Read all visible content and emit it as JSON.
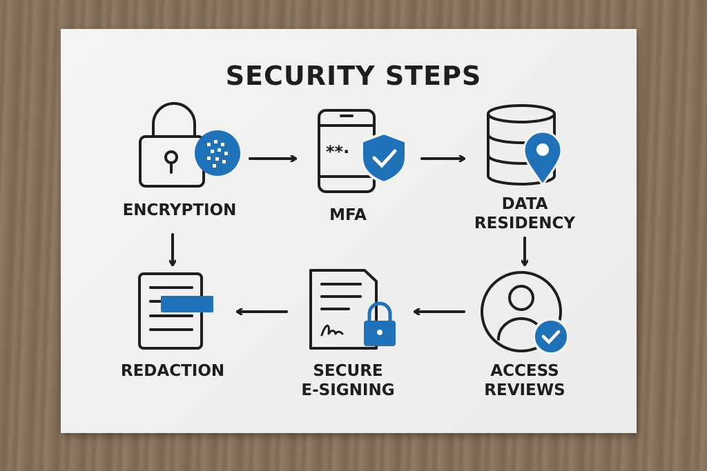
{
  "title": "SECURITY STEPS",
  "colors": {
    "accent": "#1f72b8",
    "ink": "#1e1e1e"
  },
  "steps": [
    {
      "id": "encryption",
      "label_lines": [
        "ENCRYPTION"
      ],
      "icon": "lock-with-encrypted-badge-icon"
    },
    {
      "id": "mfa",
      "label_lines": [
        "MFA"
      ],
      "icon": "phone-password-shield-icon"
    },
    {
      "id": "data-residency",
      "label_lines": [
        "DATA",
        "RESIDENCY"
      ],
      "icon": "database-location-icon"
    },
    {
      "id": "access-reviews",
      "label_lines": [
        "ACCESS",
        "REVIEWS"
      ],
      "icon": "user-check-icon"
    },
    {
      "id": "secure-e-signing",
      "label_lines": [
        "SECURE",
        "E-SIGNING"
      ],
      "icon": "signed-document-lock-icon"
    },
    {
      "id": "redaction",
      "label_lines": [
        "REDACTION"
      ],
      "icon": "redacted-document-icon"
    }
  ],
  "mfa_password_text": "**·"
}
